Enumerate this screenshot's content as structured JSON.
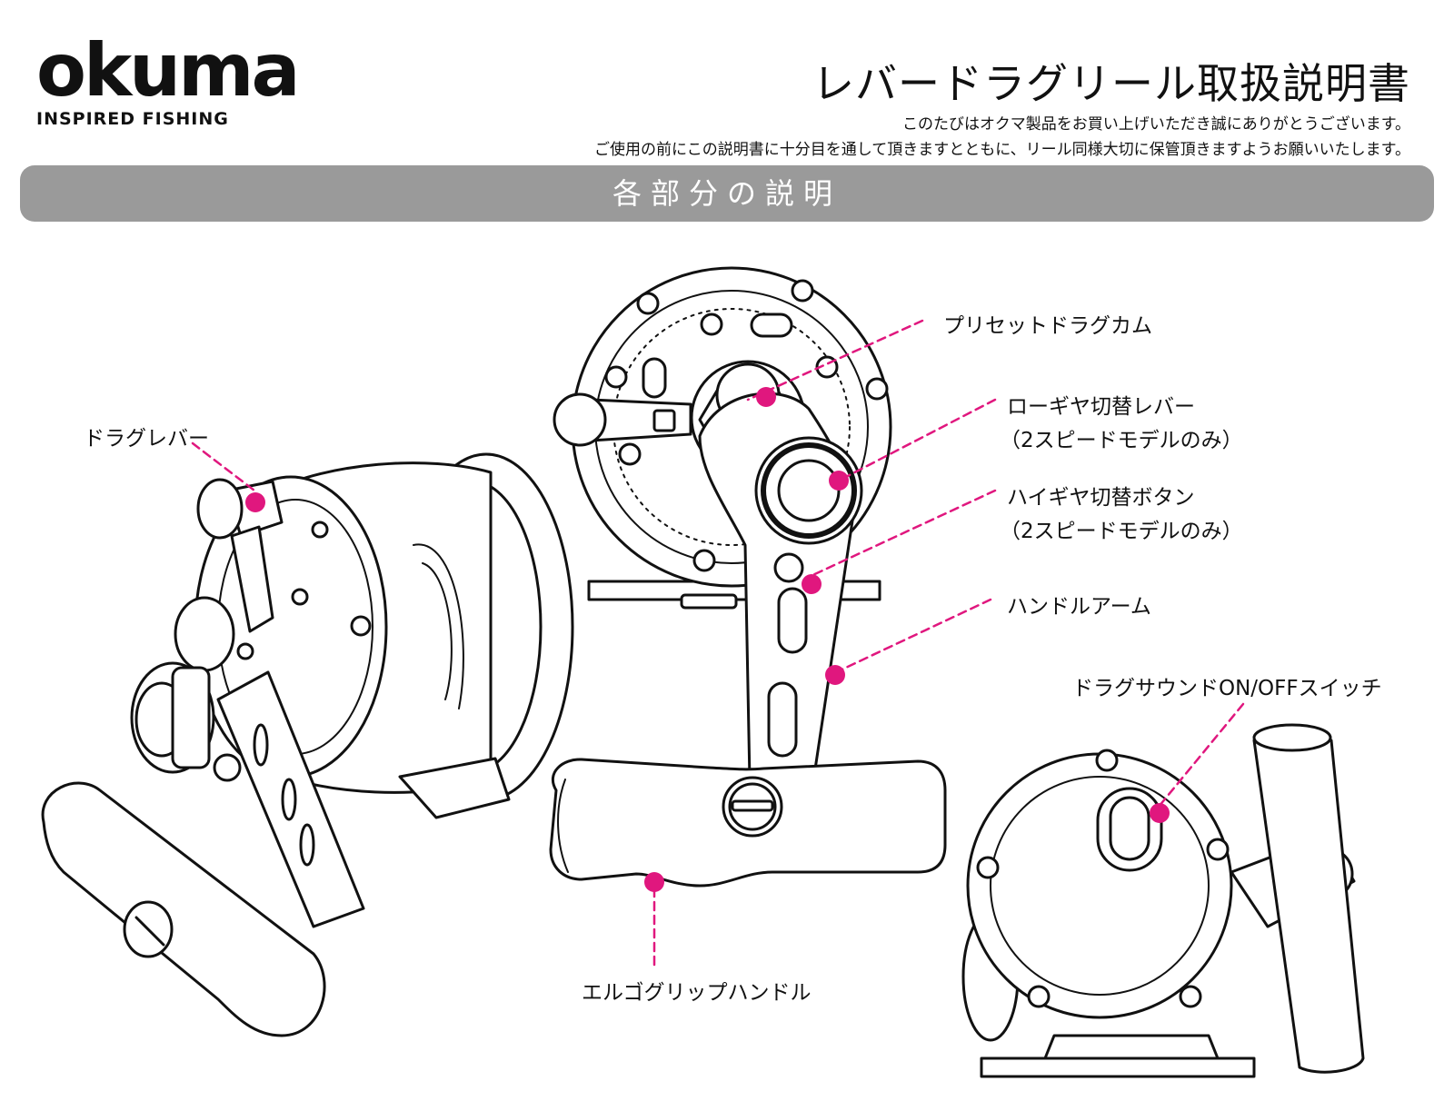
{
  "brand": {
    "name": "okuma",
    "tagline": "INSPIRED FISHING"
  },
  "title": "レバードラグリール取扱説明書",
  "intro": [
    "このたびはオクマ製品をお買い上げいただき誠にありがとうございます。",
    "ご使用の前にこの説明書に十分目を通して頂きますとともに、リール同様大切に保管頂きますようお願いいたします。"
  ],
  "section_title": "各部分の説明",
  "parts": {
    "drag_lever": "ドラグレバー",
    "preset_drag_cam": "プリセットドラグカム",
    "low_gear_lever": "ローギヤ切替レバー",
    "low_gear_note": "（2スピードモデルのみ）",
    "high_gear_button": "ハイギヤ切替ボタン",
    "high_gear_note": "（2スピードモデルのみ）",
    "handle_arm": "ハンドルアーム",
    "drag_sound_switch": "ドラグサウンドON/OFFスイッチ",
    "ergo_grip_handle": "エルゴグリップハンドル"
  },
  "colors": {
    "accent": "#e0177e",
    "banner": "#9a9a9a",
    "line": "#111111"
  }
}
